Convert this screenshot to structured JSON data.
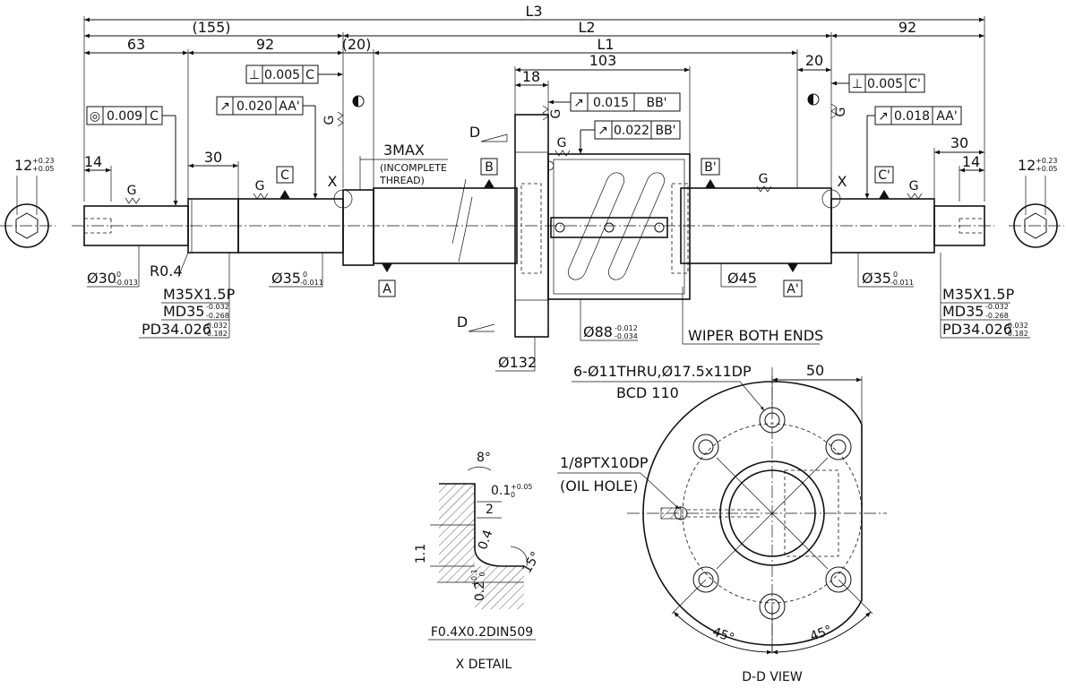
{
  "dimensions": {
    "L3": "L3",
    "d155": "(155)",
    "L2": "L2",
    "d92_right": "92",
    "d63": "63",
    "d92_left": "92",
    "d20_paren": "(20)",
    "L1": "L1",
    "d103": "103",
    "d18": "18",
    "d20": "20",
    "d30_left": "30",
    "d14_left": "14",
    "d30_right": "30",
    "d14_right": "14",
    "d50": "50",
    "tol_12": "12",
    "tol_12_up": "+0.23",
    "tol_12_lo": "+0.05"
  },
  "tolerance_frames": {
    "perp_left": [
      "⊥",
      "0.005",
      "C"
    ],
    "perp_right": [
      "⊥",
      "0.005",
      "C'"
    ],
    "conc": [
      "◎",
      "0.009",
      "C"
    ],
    "runout_aa": [
      "↗",
      "0.020",
      "AA'"
    ],
    "runout_bb1": [
      "↗",
      "0.015",
      "BB'"
    ],
    "runout_bb2": [
      "↗",
      "0.022",
      "BB'"
    ],
    "runout_aa_right": [
      "↗",
      "0.018",
      "AA'"
    ]
  },
  "datums": {
    "A": "A",
    "A_prime": "A'",
    "B": "B",
    "B_prime": "B'",
    "C": "C",
    "C_prime": "C'"
  },
  "labels": {
    "g": "G",
    "x": "X",
    "d": "D",
    "three_max": "3MAX",
    "incomplete_1": "(INCOMPLETE",
    "incomplete_2": "THREAD)",
    "r04": "R0.4",
    "dia30": "Ø30",
    "dia30_up": "0",
    "dia30_lo": "-0.013",
    "dia35": "Ø35",
    "dia35_up": "0",
    "dia35_lo": "-0.011",
    "dia45": "Ø45",
    "dia88": "Ø88",
    "dia88_up": "-0.012",
    "dia88_lo": "-0.034",
    "dia132": "Ø132",
    "m35": "M35X1.5P",
    "md35": "MD35",
    "md35_up": "-0.032",
    "md35_lo": "-0.268",
    "pd34": "PD34.026",
    "pd34_up": "-0.032",
    "pd34_lo": "-0.182",
    "wiper": "WIPER BOTH ENDS",
    "holes": "6-Ø11THRU,Ø17.5x11DP",
    "bcd": "BCD 110",
    "oil_1": "1/8PTX10DP",
    "oil_2": "(OIL HOLE)",
    "angle_45a": "45°",
    "angle_45b": "45°",
    "dd_view": "D-D VIEW",
    "x_detail": "X DETAIL",
    "din": "F0.4X0.2DIN509",
    "deg8": "8°",
    "deg15": "15°",
    "d01": "0.1",
    "d01_up": "+0.05",
    "d01_lo": "0",
    "d2": "2",
    "d04": "0.4",
    "d11": "1.1",
    "d02": "0.2",
    "d02_up": "+0.1",
    "d02_lo": "0"
  }
}
